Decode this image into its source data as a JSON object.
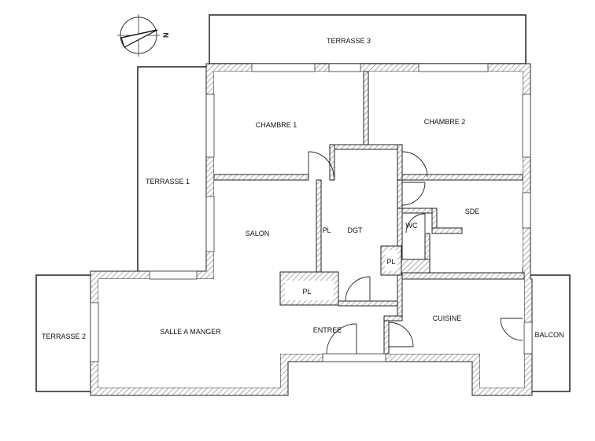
{
  "rooms": {
    "terrasse3": "TERRASSE 3",
    "terrasse1": "TERRASSE 1",
    "terrasse2": "TERRASSE 2",
    "chambre1": "CHAMBRE 1",
    "chambre2": "CHAMBRE 2",
    "salon": "SALON",
    "dgt": "DGT",
    "pl_dgt": "PL",
    "wc": "WC",
    "pl_wc": "PL",
    "sde": "SDE",
    "pl_salon": "PL",
    "salle": "SALLE A MANGER",
    "entree": "ENTREE",
    "cuisine": "CUISINE",
    "balcon": "BALCON"
  },
  "compass": {
    "north_letter": "N"
  }
}
